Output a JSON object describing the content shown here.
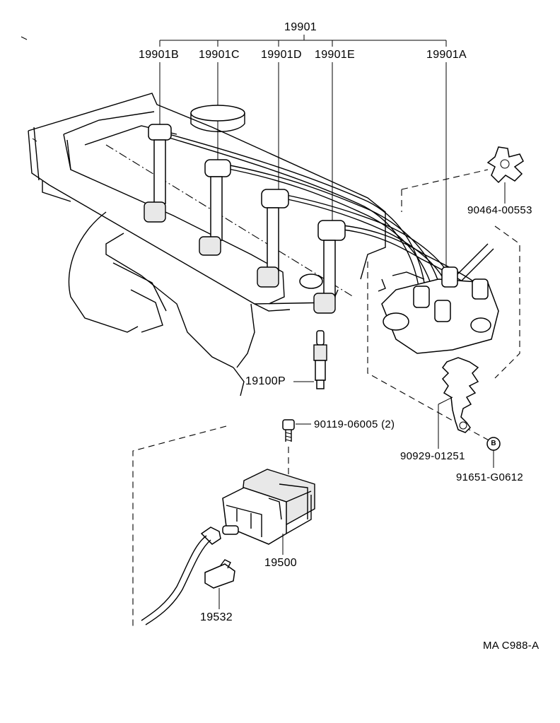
{
  "labels": {
    "set_main": "19901",
    "wire_b": "19901B",
    "wire_c": "19901C",
    "wire_d": "19901D",
    "wire_e": "19901E",
    "wire_a": "19901A",
    "clamp": "90464-00553",
    "spark_plug": "19100P",
    "bolt": "90119-06005 (2)",
    "bracket": "90929-01251",
    "ref_mark": "B",
    "connector_ref": "91651-G0612",
    "coil": "19500",
    "coil_cap": "19532",
    "drawing_code": "MA C988-A"
  }
}
